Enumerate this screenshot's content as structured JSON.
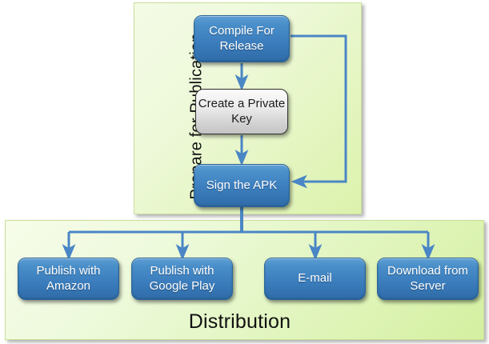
{
  "diagram": {
    "groups": [
      {
        "id": "prepare",
        "label": "Prepare for Publication"
      },
      {
        "id": "distribution",
        "label": "Distribution"
      }
    ],
    "nodes": [
      {
        "id": "compile",
        "label": "Compile For Release",
        "shape": "rounded-rect",
        "style": "blue"
      },
      {
        "id": "key",
        "label": "Create a Private Key",
        "shape": "rounded-rect",
        "style": "gray"
      },
      {
        "id": "sign",
        "label": "Sign the APK",
        "shape": "rounded-rect",
        "style": "blue"
      },
      {
        "id": "amazon",
        "label": "Publish with Amazon",
        "shape": "rounded-rect",
        "style": "blue"
      },
      {
        "id": "gplay",
        "label": "Publish with Google Play",
        "shape": "rounded-rect",
        "style": "blue"
      },
      {
        "id": "email",
        "label": "E-mail",
        "shape": "rounded-rect",
        "style": "blue"
      },
      {
        "id": "download",
        "label": "Download from Server",
        "shape": "rounded-rect",
        "style": "blue"
      }
    ],
    "edges": [
      {
        "from": "compile",
        "to": "key",
        "kind": "arrow"
      },
      {
        "from": "key",
        "to": "sign",
        "kind": "arrow"
      },
      {
        "from": "compile",
        "to": "sign",
        "kind": "arrow-loop-right"
      },
      {
        "from": "sign",
        "to": "amazon",
        "kind": "arrow-branch"
      },
      {
        "from": "sign",
        "to": "gplay",
        "kind": "arrow-branch"
      },
      {
        "from": "sign",
        "to": "email",
        "kind": "arrow-branch"
      },
      {
        "from": "sign",
        "to": "download",
        "kind": "arrow-branch"
      }
    ],
    "colors": {
      "node_blue": "#3c7ebe",
      "node_blue_border": "#2b6698",
      "node_gray": "#d3d3d3",
      "node_gray_border": "#2f2f2f",
      "panel_green_light": "#f4fbe6",
      "panel_green_dark": "#d4f0a0",
      "panel_border": "#c9de9a",
      "connector": "#4a86c5",
      "node_text": "#ffffff",
      "group_text": "#111111"
    }
  }
}
